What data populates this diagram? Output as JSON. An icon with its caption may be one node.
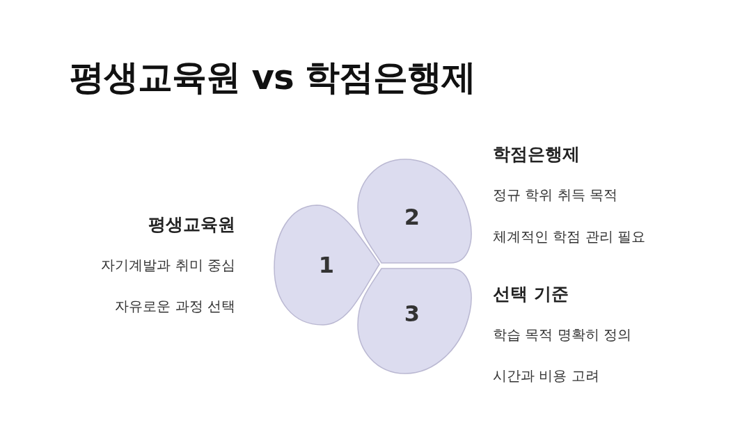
{
  "diagram": {
    "title": "평생교육원 vs 학점은행제",
    "nodes": [
      {
        "text": [
          "1"
        ],
        "beside": [
          "평생교육원",
          "자기계발과 취미 중심",
          "자유로운 과정 선택"
        ]
      },
      {
        "text": [
          "2"
        ],
        "beside": [
          "학점은행제",
          "정규 학위 취득 목적",
          "체계적인 학점 관리 필요"
        ]
      },
      {
        "text": [
          "3"
        ],
        "beside": [
          "선택 기준",
          "학습 목적 명확히 정의",
          "시간과 비용 고려"
        ]
      }
    ]
  }
}
